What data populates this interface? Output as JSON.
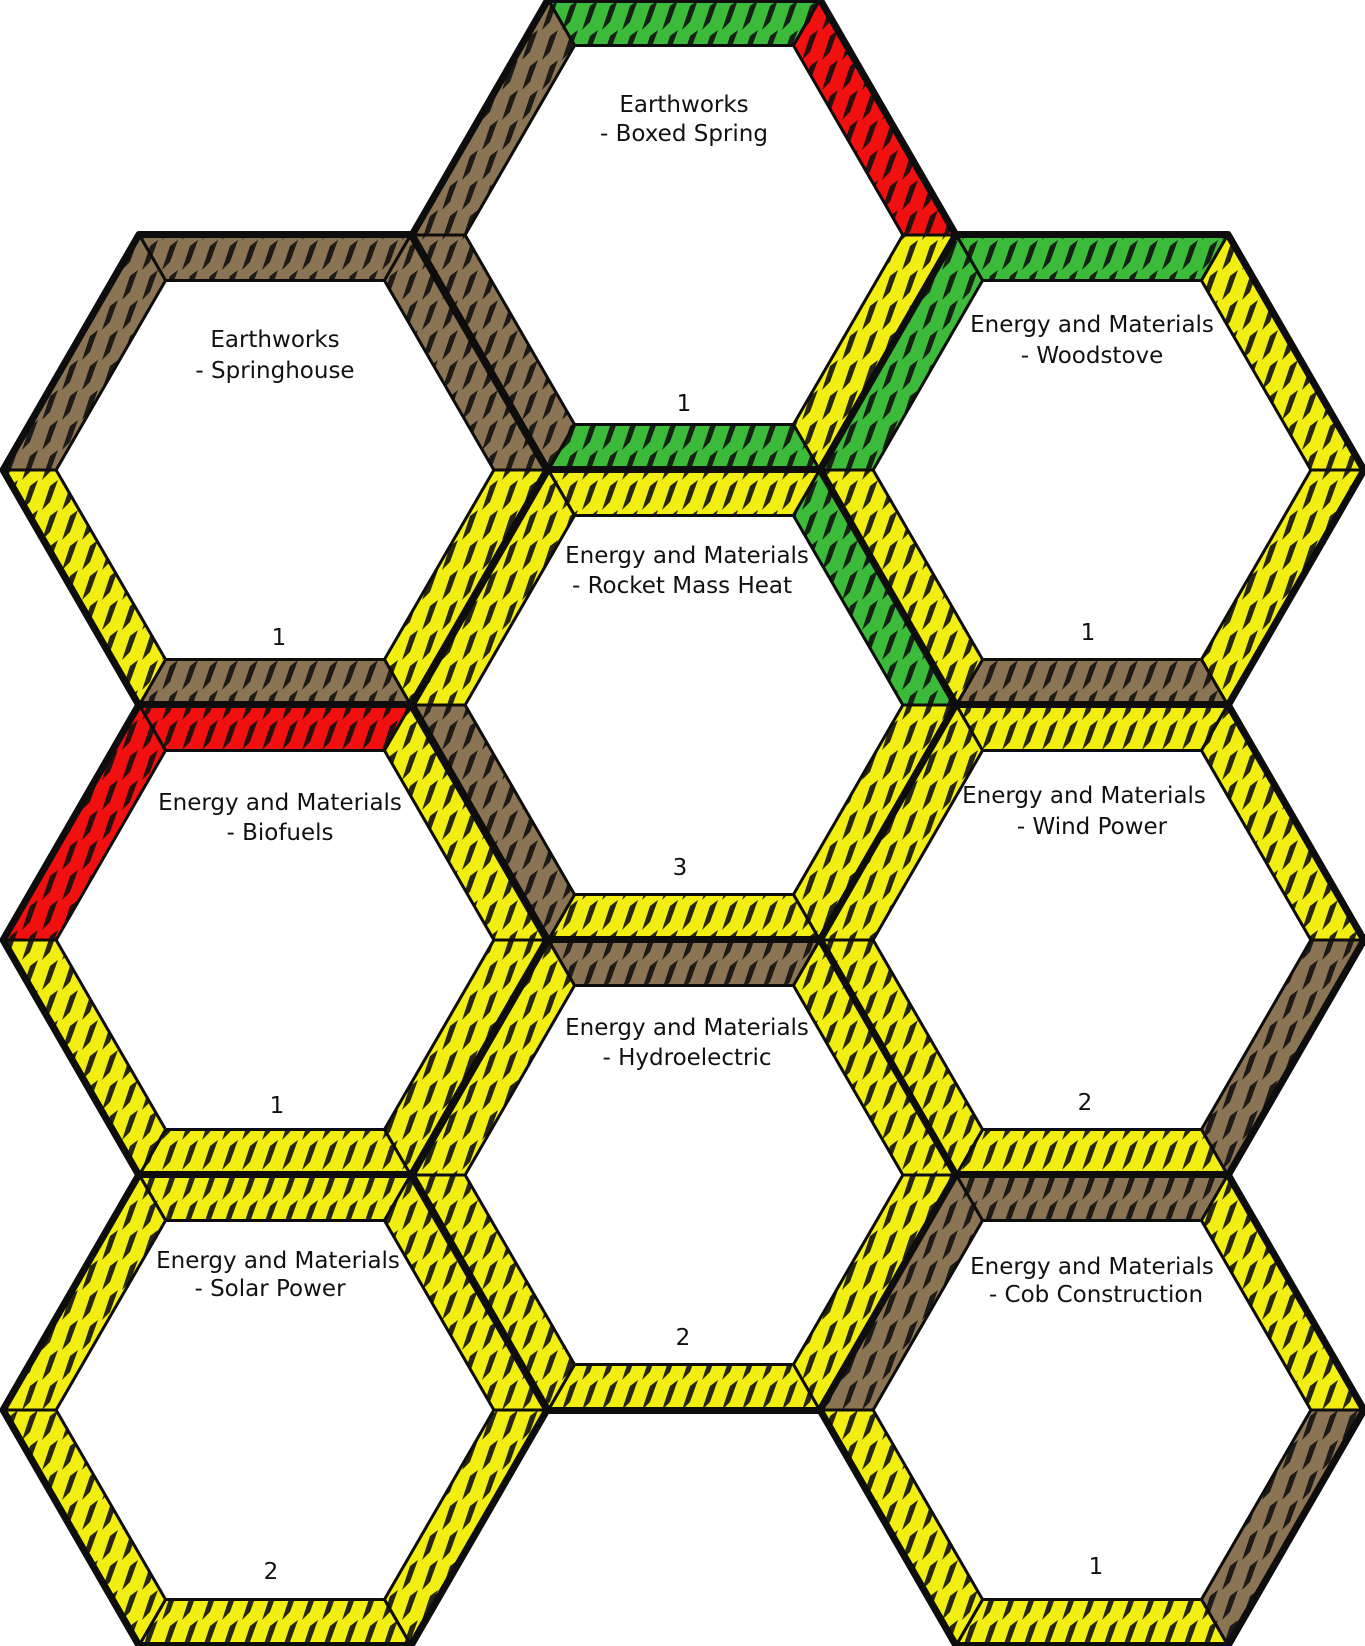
{
  "colors": {
    "yellow": "#f2ee12",
    "green": "#3cba3a",
    "brown": "#8a7453",
    "red": "#f20f0f",
    "outline": "#0d0d0d",
    "background": "#ffffff"
  },
  "tiles": [
    {
      "id": "boxed-spring",
      "line1": "Earthworks",
      "line2": "- Boxed Spring",
      "count": "1",
      "edges": [
        "green",
        "red",
        "yellow",
        "green",
        "brown",
        "brown"
      ]
    },
    {
      "id": "springhouse",
      "line1": "Earthworks",
      "line2": "- Springhouse",
      "count": "1",
      "edges": [
        "brown",
        "brown",
        "yellow",
        "brown",
        "yellow",
        "brown"
      ]
    },
    {
      "id": "woodstove",
      "line1": "Energy and Materials",
      "line2": "- Woodstove",
      "count": "1",
      "edges": [
        "green",
        "yellow",
        "yellow",
        "brown",
        "yellow",
        "green"
      ]
    },
    {
      "id": "rocket-mass-heat",
      "line1": "Energy and Materials",
      "line2": "- Rocket Mass Heat",
      "count": "3",
      "edges": [
        "yellow",
        "green",
        "yellow",
        "yellow",
        "brown",
        "yellow"
      ]
    },
    {
      "id": "biofuels",
      "line1": "Energy and Materials",
      "line2": "- Biofuels",
      "count": "1",
      "edges": [
        "red",
        "yellow",
        "yellow",
        "yellow",
        "yellow",
        "red"
      ]
    },
    {
      "id": "wind-power",
      "line1": "Energy and Materials",
      "line2": "- Wind Power",
      "count": "2",
      "edges": [
        "yellow",
        "yellow",
        "brown",
        "yellow",
        "yellow",
        "yellow"
      ]
    },
    {
      "id": "hydroelectric",
      "line1": "Energy and Materials",
      "line2": "- Hydroelectric",
      "count": "2",
      "edges": [
        "brown",
        "yellow",
        "yellow",
        "yellow",
        "yellow",
        "yellow"
      ]
    },
    {
      "id": "solar-power",
      "line1": "Energy and Materials",
      "line2": "- Solar Power",
      "count": "2",
      "edges": [
        "yellow",
        "yellow",
        "yellow",
        "yellow",
        "yellow",
        "yellow"
      ]
    },
    {
      "id": "cob-construction",
      "line1": "Energy and Materials",
      "line2": "- Cob Construction",
      "count": "1",
      "edges": [
        "brown",
        "yellow",
        "brown",
        "yellow",
        "yellow",
        "brown"
      ]
    }
  ]
}
